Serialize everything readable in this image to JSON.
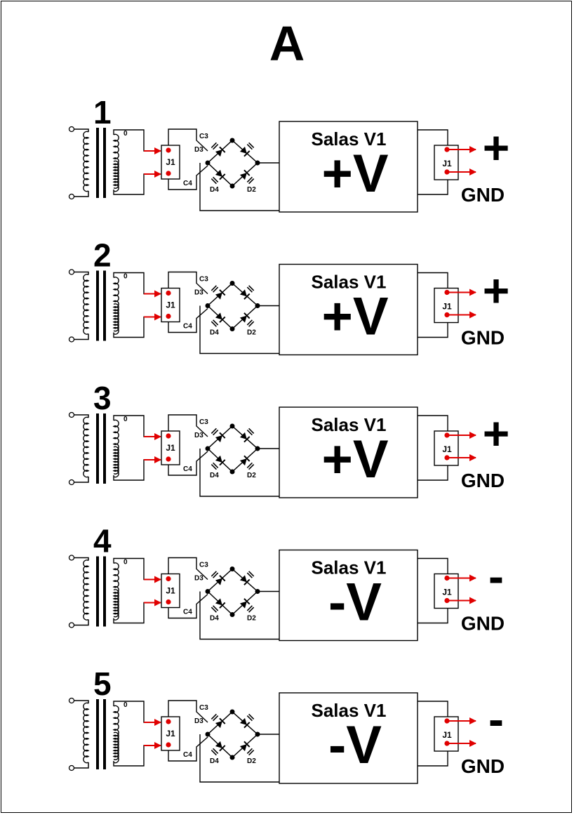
{
  "page": {
    "title": "A"
  },
  "colors": {
    "accent": "#e00000",
    "line": "#000000"
  },
  "rows": [
    {
      "number": "1",
      "module_title": "Salas V1",
      "voltage": "+V",
      "output_sign": "+",
      "ground_label": "GND",
      "tap_label": "0",
      "connector_in": "J1",
      "connector_out": "J1",
      "labels": [
        "C3",
        "D3",
        "C4",
        "D4",
        "D2"
      ]
    },
    {
      "number": "2",
      "module_title": "Salas V1",
      "voltage": "+V",
      "output_sign": "+",
      "ground_label": "GND",
      "tap_label": "0",
      "connector_in": "J1",
      "connector_out": "J1",
      "labels": [
        "C3",
        "D3",
        "C4",
        "D4",
        "D2"
      ]
    },
    {
      "number": "3",
      "module_title": "Salas V1",
      "voltage": "+V",
      "output_sign": "+",
      "ground_label": "GND",
      "tap_label": "0",
      "connector_in": "J1",
      "connector_out": "J1",
      "labels": [
        "C3",
        "D3",
        "C4",
        "D4",
        "D2"
      ]
    },
    {
      "number": "4",
      "module_title": "Salas V1",
      "voltage": "-V",
      "output_sign": "-",
      "ground_label": "GND",
      "tap_label": "0",
      "connector_in": "J1",
      "connector_out": "J1",
      "labels": [
        "C3",
        "D3",
        "C4",
        "D4",
        "D2"
      ]
    },
    {
      "number": "5",
      "module_title": "Salas V1",
      "voltage": "-V",
      "output_sign": "-",
      "ground_label": "GND",
      "tap_label": "0",
      "connector_in": "J1",
      "connector_out": "J1",
      "labels": [
        "C3",
        "D3",
        "C4",
        "D4",
        "D2"
      ]
    }
  ]
}
